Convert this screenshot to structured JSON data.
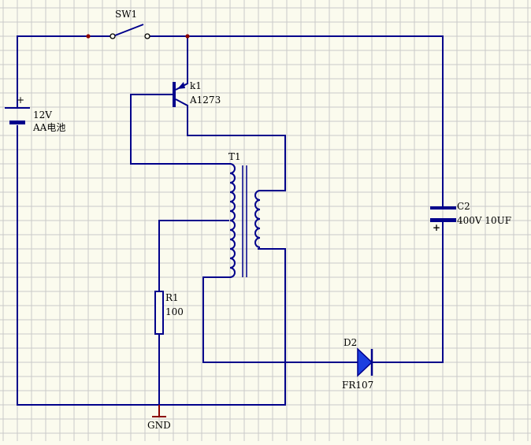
{
  "colors": {
    "background": "#fbfbee",
    "grid": "#c9c9c9",
    "wire": "#00008b",
    "junction": "#8b0000",
    "ground": "#8b0000",
    "diode_fill": "#1c3fe0",
    "text": "#000000"
  },
  "components": {
    "switch": {
      "ref": "SW1"
    },
    "battery": {
      "polarity": "+",
      "value": "12V",
      "type": "AA电池"
    },
    "transistor": {
      "ref": "k1",
      "part": "A1273"
    },
    "transformer": {
      "ref": "T1"
    },
    "resistor": {
      "ref": "R1",
      "value": "100"
    },
    "capacitor": {
      "ref": "C2",
      "polarity": "+",
      "value": "400V 10UF"
    },
    "diode": {
      "ref": "D2",
      "part": "FR107"
    },
    "ground": {
      "label": "GND"
    }
  }
}
